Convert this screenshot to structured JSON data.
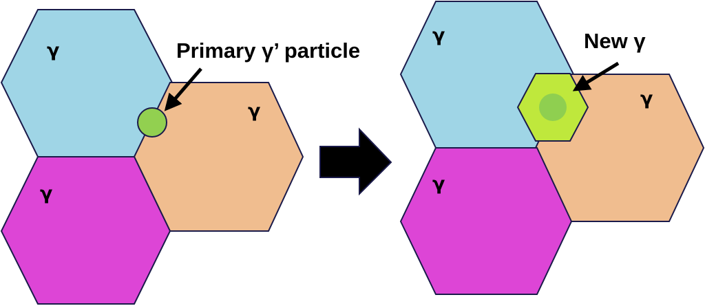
{
  "colors": {
    "gamma_blue": "#9fd5e6",
    "gamma_orange": "#f0bd8f",
    "gamma_magenta": "#dd45d6",
    "primary_particle": "#92d050",
    "new_gamma_outer": "#bfe83c",
    "new_gamma_inner": "#8fcf50",
    "transition_arrow": "#000000"
  },
  "left_panel": {
    "grain_labels": [
      "γ",
      "γ",
      "γ"
    ],
    "callout_label": "Primary γ’ particle"
  },
  "right_panel": {
    "grain_labels": [
      "γ",
      "γ",
      "γ"
    ],
    "callout_label": "New γ"
  },
  "icons": {
    "transition_arrow": "block-arrow-right-icon",
    "pointer_arrow": "arrow-pointer-icon"
  }
}
